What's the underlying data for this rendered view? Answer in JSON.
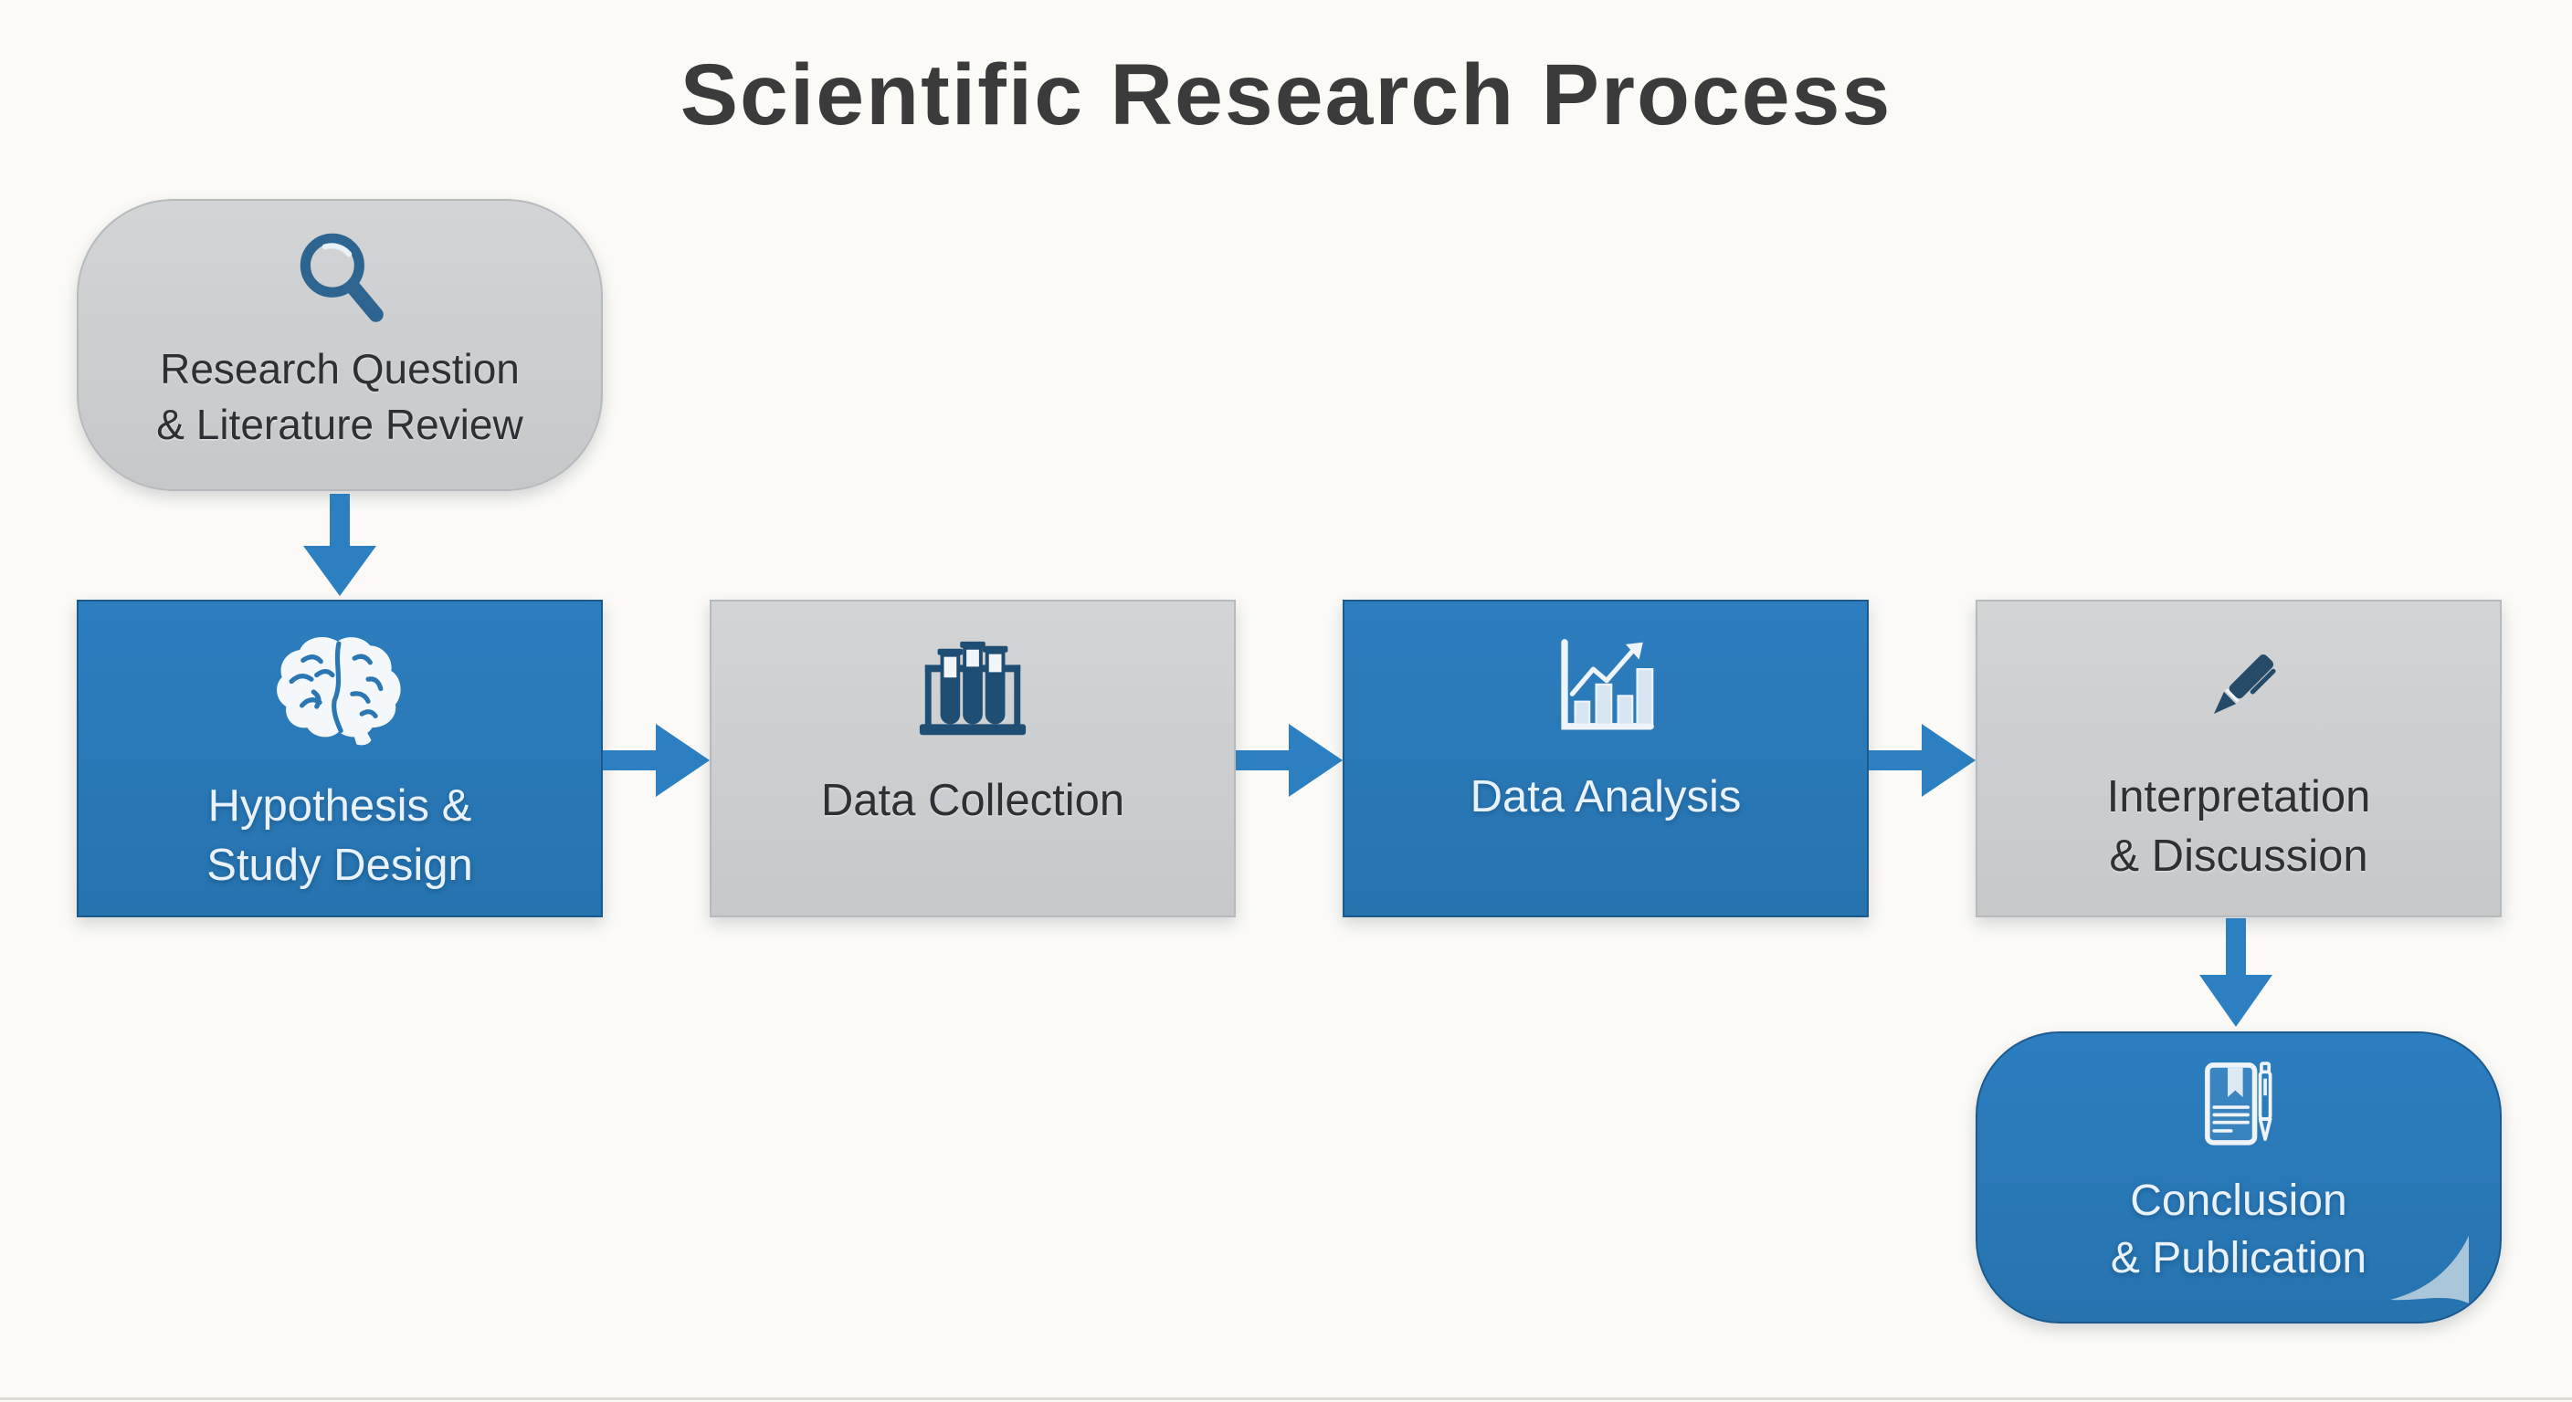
{
  "title": "Scientific Research Process",
  "theme": {
    "background": "#fbfaf7",
    "box_blue": "#2979b7",
    "box_gray": "#cbcdcf",
    "arrow_blue": "#2c80c2",
    "icon_navy": "#1f4e74",
    "icon_steel": "#2e6590",
    "icon_light": "#eef4f9",
    "text_dark": "#2c3136",
    "text_light": "#e9f2fa",
    "title_color": "#3b3b3b"
  },
  "nodes": [
    {
      "id": "research-question",
      "label": "Research Question\n& Literature Review",
      "icon": "search-icon",
      "style": "gray-rounded"
    },
    {
      "id": "hypothesis",
      "label": "Hypothesis &\nStudy Design",
      "icon": "brain-icon",
      "style": "blue"
    },
    {
      "id": "data-collection",
      "label": "Data Collection",
      "icon": "test-tubes-icon",
      "style": "gray"
    },
    {
      "id": "data-analysis",
      "label": "Data Analysis",
      "icon": "bar-chart-icon",
      "style": "blue"
    },
    {
      "id": "interpretation",
      "label": "Interpretation\n& Discussion",
      "icon": "pen-icon",
      "style": "gray"
    },
    {
      "id": "conclusion",
      "label": "Conclusion\n& Publication",
      "icon": "document-pen-icon",
      "style": "blue-rounded"
    }
  ],
  "connections": [
    {
      "from": "research-question",
      "to": "hypothesis",
      "direction": "down"
    },
    {
      "from": "hypothesis",
      "to": "data-collection",
      "direction": "right"
    },
    {
      "from": "data-collection",
      "to": "data-analysis",
      "direction": "right"
    },
    {
      "from": "data-analysis",
      "to": "interpretation",
      "direction": "right"
    },
    {
      "from": "interpretation",
      "to": "conclusion",
      "direction": "down"
    }
  ]
}
